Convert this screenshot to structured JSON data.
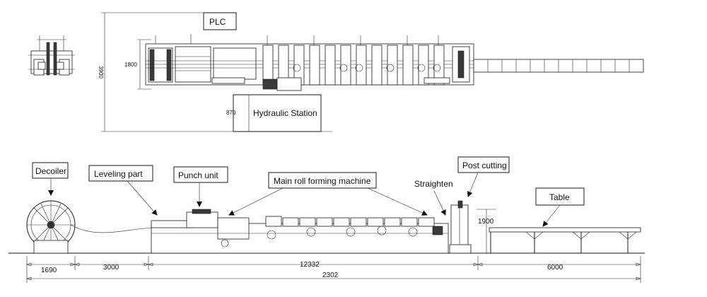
{
  "top_view": {
    "labels": {
      "plc": "PLC",
      "hydraulic": "Hydraulic Station"
    },
    "dims": {
      "overall_height": "3900",
      "machine_width": "1800",
      "hydraulic_offset": "870"
    }
  },
  "side_view": {
    "labels": {
      "decoiler": "Decoiler",
      "leveling": "Leveling part",
      "punch": "Punch unit",
      "main": "Main roll forming machine",
      "straighten": "Straighten",
      "post": "Post cutting",
      "table": "Table"
    },
    "dims": {
      "decoiler": "1690",
      "gap": "3000",
      "machine": "12332",
      "table": "6000",
      "total": "2302",
      "height": "1900"
    }
  }
}
